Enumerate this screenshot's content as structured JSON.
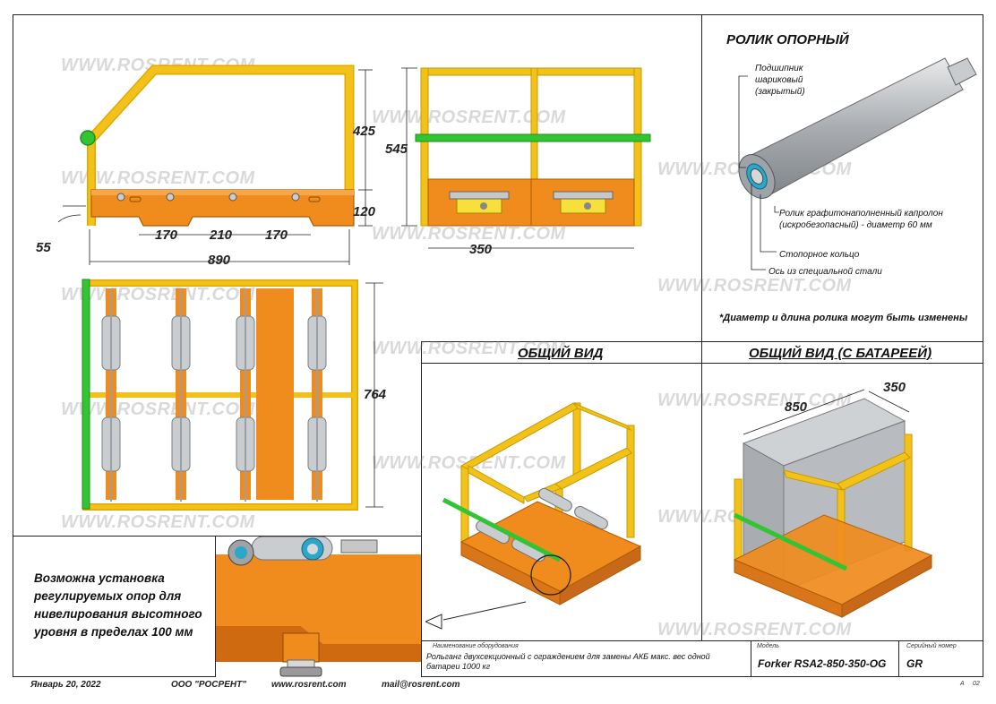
{
  "watermark": "WWW.ROSRENT.COM",
  "colors": {
    "frame": "#f2c21a",
    "base": "#f08c1e",
    "rail": "#33c433",
    "roller": "#bfc3c6",
    "line": "#222222"
  },
  "dimensions": {
    "side_height_top": "425",
    "side_height_total": "545",
    "side_height_base": "120",
    "offset_left": "55",
    "span_a": "170",
    "span_b": "210",
    "span_c": "170",
    "length_total": "890",
    "front_width": "350",
    "plan_width": "764",
    "battery_length": "850",
    "battery_width": "350"
  },
  "roller_section": {
    "title": "РОЛИК ОПОРНЫЙ",
    "bearing": [
      "Подшипник",
      "шариковый",
      "(закрытый)"
    ],
    "roller": [
      "Ролик графитонаполненный капролон",
      "(искробезопасный) - диаметр 60 мм"
    ],
    "ring": "Стопорное кольцо",
    "axle": "Ось из специальной стали",
    "footnote": "*Диаметр и длина ролика могут быть изменены"
  },
  "views": {
    "general": "ОБЩИЙ ВИД",
    "general_battery": "ОБЩИЙ ВИД (С БАТАРЕЕЙ)"
  },
  "adjustable_note": [
    "Возможна установка",
    "регулируемых опор для",
    "нивелирования высотного",
    "уровня в пределах 100 мм"
  ],
  "title_block": {
    "name_label": "Наименование оборудования",
    "name_value": [
      "Рольганг двухсекционный с ограждением  для замены АКБ макс. вес одной",
      "батареи 1000 кг"
    ],
    "model_label": "Модель",
    "model_value": "Forker RSA2-850-350-OG",
    "serial_label": "Серийный номер",
    "serial_value": "GR",
    "sheet_format": "A",
    "sheet_num": "02"
  },
  "footer": {
    "date": "Январь 20, 2022",
    "company": "ООО \"РОСРЕНТ\"",
    "site": "www.rosrent.com",
    "email": "mail@rosrent.com"
  }
}
